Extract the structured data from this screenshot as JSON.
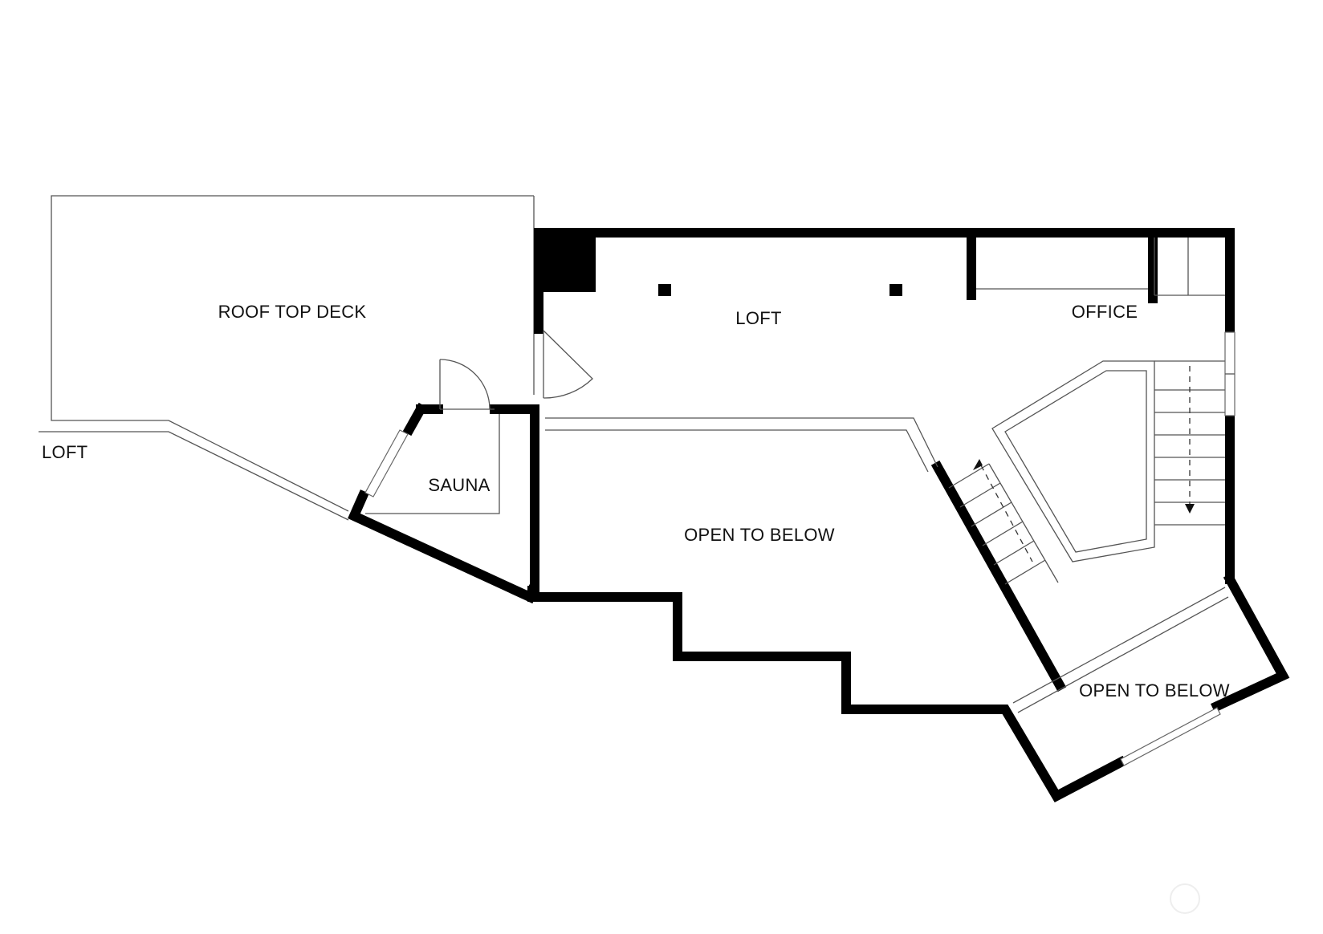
{
  "labels": {
    "roof_top_deck": "ROOF TOP DECK",
    "loft_main": "LOFT",
    "loft_left": "LOFT",
    "office": "OFFICE",
    "sauna": "SAUNA",
    "open_to_below_center": "OPEN TO BELOW",
    "open_to_below_right": "OPEN TO BELOW"
  },
  "colors": {
    "wall": "#000000",
    "background": "#ffffff",
    "outline": "#555555"
  }
}
